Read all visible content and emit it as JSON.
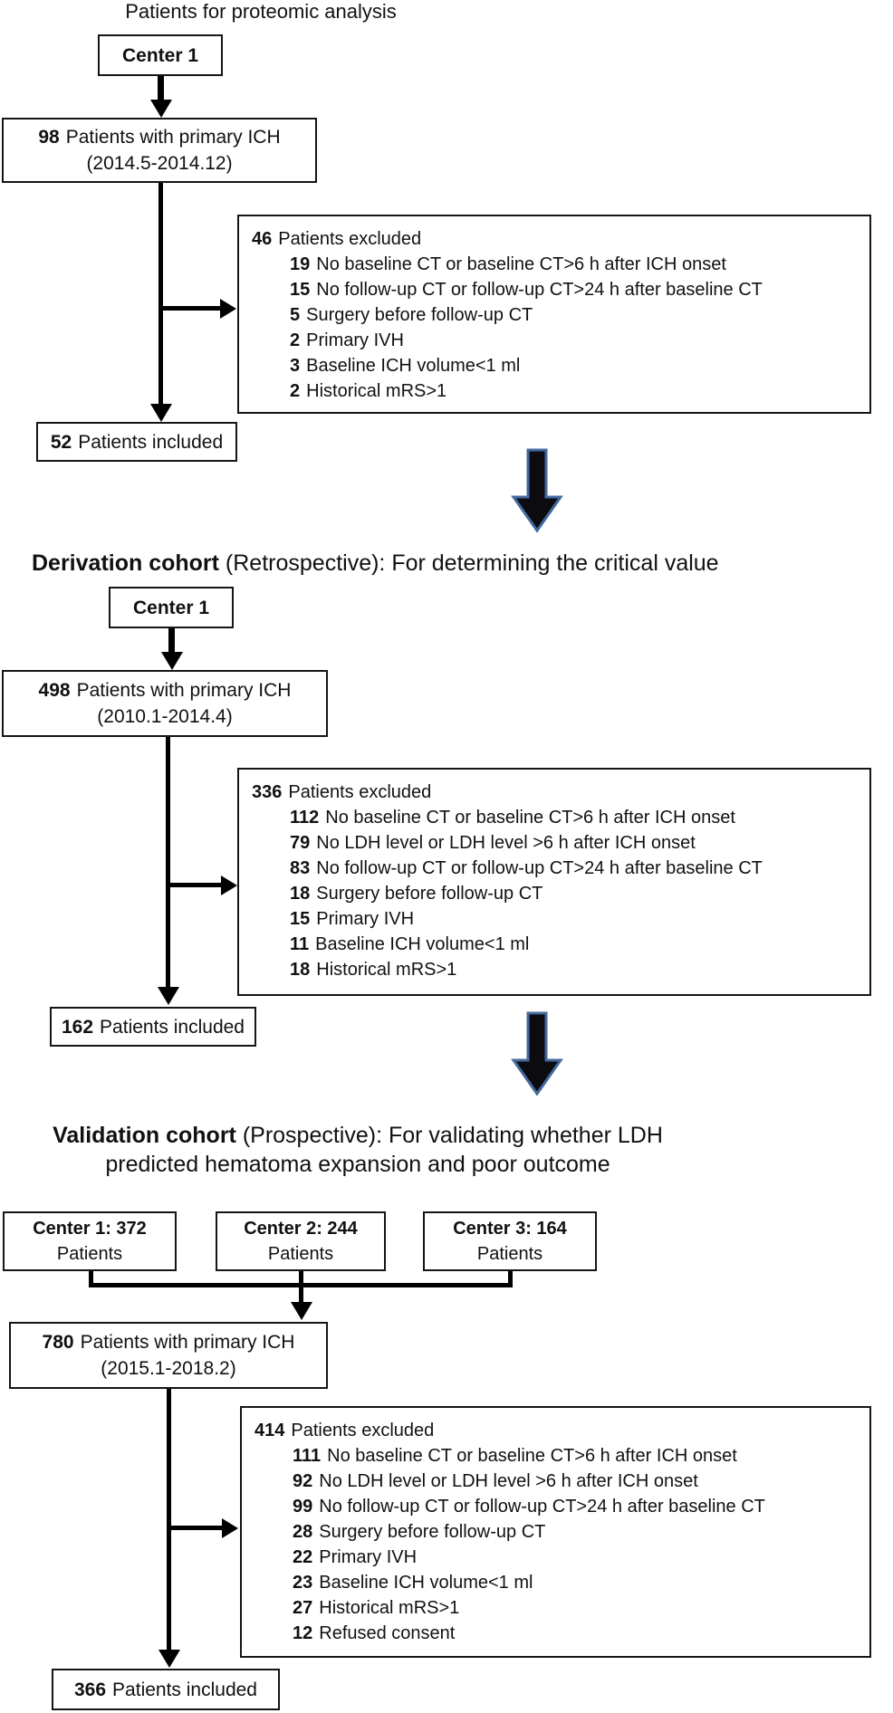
{
  "colors": {
    "block_arrow_fill": "#0b0b10",
    "block_arrow_stroke": "#44699e",
    "line_color": "#000000",
    "box_border": "#151515"
  },
  "proteomic": {
    "title": "Patients for proteomic analysis",
    "center": "Center 1",
    "cohort": {
      "count": "98",
      "label": "Patients with primary ICH",
      "period": "(2014.5-2014.12)"
    },
    "excluded": {
      "count": "46",
      "label": "Patients excluded",
      "reasons": [
        {
          "n": "19",
          "t": "No baseline CT or baseline CT>6 h after ICH onset"
        },
        {
          "n": "15",
          "t": "No follow-up CT or follow-up CT>24 h after baseline CT"
        },
        {
          "n": "5",
          "t": "Surgery before follow-up CT"
        },
        {
          "n": "2",
          "t": "Primary IVH"
        },
        {
          "n": "3",
          "t": "Baseline ICH volume<1 ml"
        },
        {
          "n": "2",
          "t": "Historical mRS>1"
        }
      ]
    },
    "included": {
      "count": "52",
      "label": "Patients included"
    }
  },
  "derivation": {
    "heading_bold": "Derivation cohort",
    "heading_rest": " (Retrospective): For determining the critical value",
    "center": "Center 1",
    "cohort": {
      "count": "498",
      "label": "Patients with primary ICH",
      "period": "(2010.1-2014.4)"
    },
    "excluded": {
      "count": "336",
      "label": "Patients excluded",
      "reasons": [
        {
          "n": "112",
          "t": "No baseline CT or baseline CT>6 h after ICH onset"
        },
        {
          "n": "79",
          "t": "No LDH level or LDH level >6 h after ICH onset"
        },
        {
          "n": "83",
          "t": "No follow-up CT or follow-up CT>24 h after baseline CT"
        },
        {
          "n": "18",
          "t": "Surgery before follow-up CT"
        },
        {
          "n": "15",
          "t": "Primary IVH"
        },
        {
          "n": "11",
          "t": "Baseline ICH volume<1 ml"
        },
        {
          "n": "18",
          "t": "Historical mRS>1"
        }
      ]
    },
    "included": {
      "count": "162",
      "label": "Patients included"
    }
  },
  "validation": {
    "heading_bold": "Validation cohort",
    "heading_rest": " (Prospective): For validating whether LDH",
    "heading_line2": "predicted hematoma expansion and poor outcome",
    "centers": [
      {
        "title": "Center 1: 372",
        "label": "Patients"
      },
      {
        "title": "Center 2: 244",
        "label": "Patients"
      },
      {
        "title": "Center 3: 164",
        "label": "Patients"
      }
    ],
    "cohort": {
      "count": "780",
      "label": "Patients with primary ICH",
      "period": "(2015.1-2018.2)"
    },
    "excluded": {
      "count": "414",
      "label": "Patients excluded",
      "reasons": [
        {
          "n": "111",
          "t": "No baseline CT or baseline CT>6 h after ICH onset"
        },
        {
          "n": "92",
          "t": "No LDH level or LDH level >6 h after ICH onset"
        },
        {
          "n": "99",
          "t": "No follow-up CT or follow-up CT>24 h after baseline CT"
        },
        {
          "n": "28",
          "t": "Surgery before follow-up CT"
        },
        {
          "n": "22",
          "t": "Primary IVH"
        },
        {
          "n": "23",
          "t": "Baseline ICH volume<1 ml"
        },
        {
          "n": "27",
          "t": "Historical mRS>1"
        },
        {
          "n": "12",
          "t": "Refused consent"
        }
      ]
    },
    "included": {
      "count": "366",
      "label": "Patients included"
    }
  }
}
